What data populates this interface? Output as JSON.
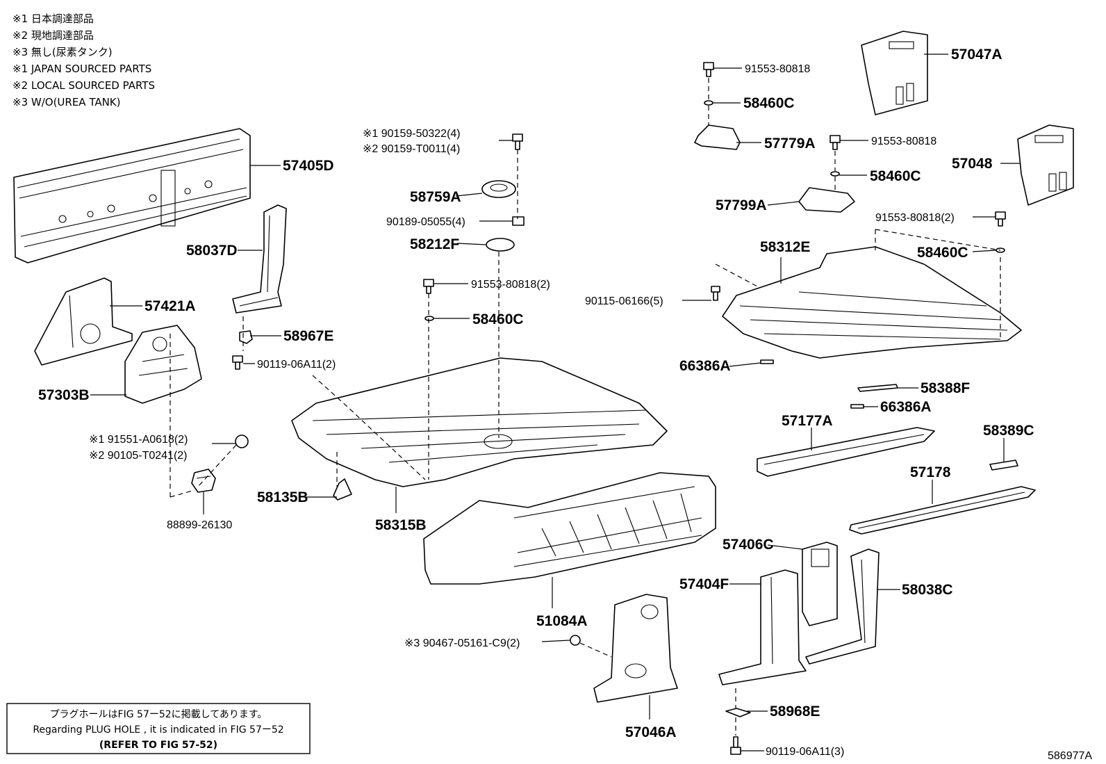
{
  "notes": [
    "※1 日本調達部品",
    "※2 現地調達部品",
    "※3 無し(尿素タンク)",
    "※1 JAPAN SOURCED PARTS",
    "※2 LOCAL SOURCED PARTS",
    "※3 W/O(UREA TANK)"
  ],
  "labels": {
    "p57405D": "57405D",
    "p58037D": "58037D",
    "p57421A": "57421A",
    "p58967E": "58967E",
    "p90119a": "90119-06A11(2)",
    "p57303B": "57303B",
    "p91551": "※1 91551-A0618(2)",
    "p90105": "※2 90105-T0241(2)",
    "p88899": "88899-26130",
    "p58135B": "58135B",
    "p58315B": "58315B",
    "p90159a": "※1 90159-50322(4)",
    "p90159b": "※2 90159-T0011(4)",
    "p58759A": "58759A",
    "p90189": "90189-05055(4)",
    "p58212F": "58212F",
    "p91553a": "91553-80818(2)",
    "p58460Ca": "58460C",
    "p51084A": "51084A",
    "p90467": "※3 90467-05161-C9(2)",
    "p57046A": "57046A",
    "p91553b": "91553-80818",
    "p58460Cb": "58460C",
    "p57779A": "57779A",
    "p91553c": "91553-80818",
    "p58460Cc": "58460C",
    "p57799A": "57799A",
    "p57047A": "57047A",
    "p57048": "57048",
    "p91553d": "91553-80818(2)",
    "p58460Cd": "58460C",
    "p58312E": "58312E",
    "p90115": "90115-06166(5)",
    "p66386Aa": "66386A",
    "p58388F": "58388F",
    "p66386Ab": "66386A",
    "p57177A": "57177A",
    "p58389C": "58389C",
    "p57178": "57178",
    "p57406C": "57406C",
    "p57404F": "57404F",
    "p58038C": "58038C",
    "p58968E": "58968E",
    "p90119b": "90119-06A11(3)"
  },
  "footer_box": {
    "line1": "プラグホールはFIG 57ー52に掲載してあります。",
    "line2": "Regarding  PLUG  HOLE , it is indicated in FIG  57ー52",
    "line3": "(REFER TO FIG 57-52)"
  },
  "figure_id": "586977A"
}
